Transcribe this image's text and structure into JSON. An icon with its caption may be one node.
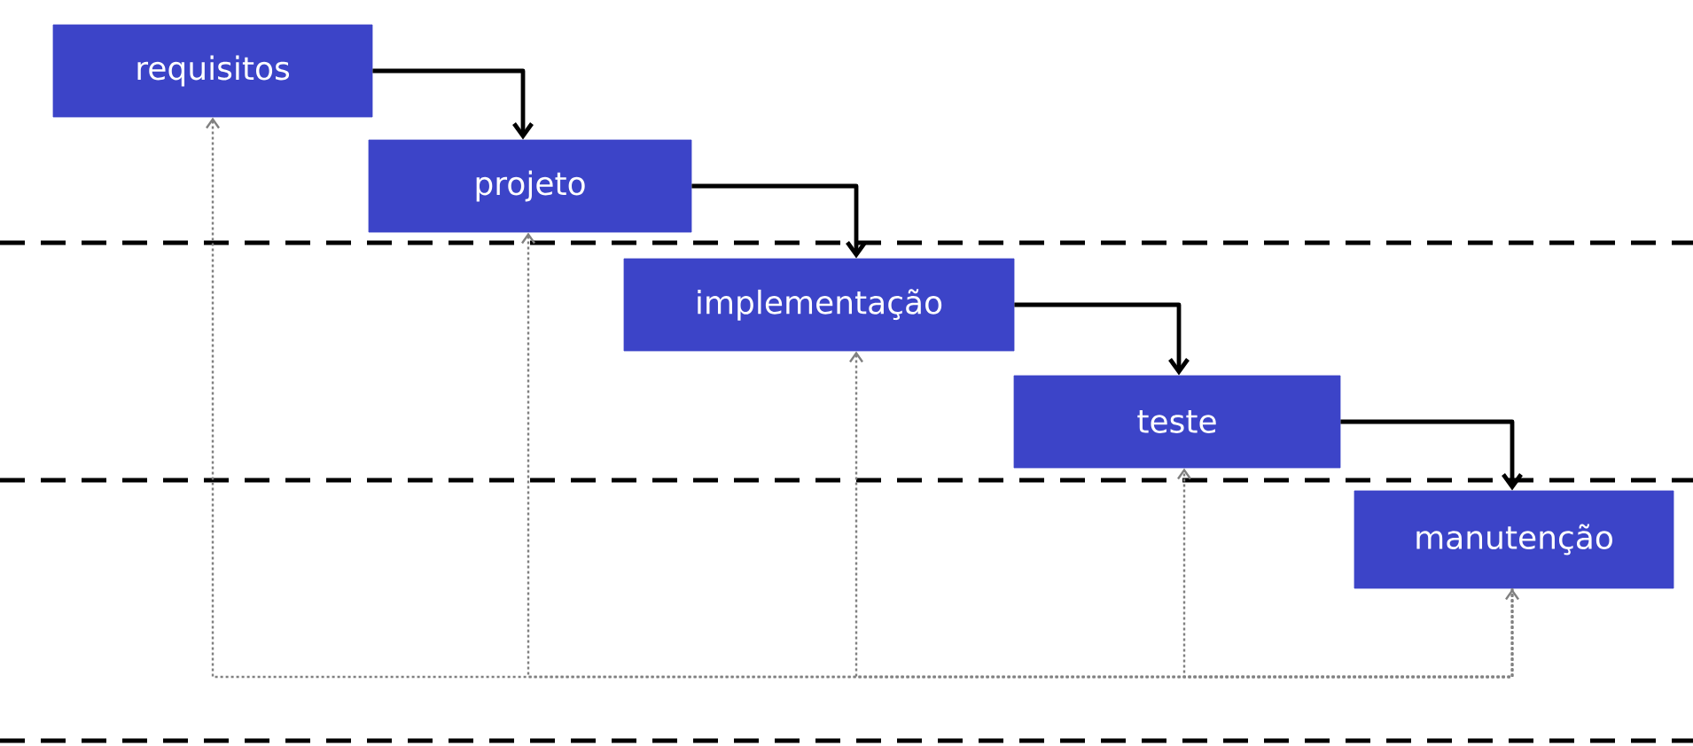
{
  "diagram": {
    "nodes": [
      {
        "text": [
          "requisitos"
        ]
      },
      {
        "text": [
          "projeto"
        ]
      },
      {
        "text": [
          "implementação"
        ]
      },
      {
        "text": [
          "teste"
        ]
      },
      {
        "text": [
          "manutenção"
        ]
      }
    ],
    "edges": [
      {
        "from": 0,
        "to": 1,
        "arrow": "to",
        "color": "#000000"
      },
      {
        "from": 1,
        "to": 2,
        "arrow": "to",
        "color": "#000000"
      },
      {
        "from": 2,
        "to": 3,
        "arrow": "to",
        "color": "#000000"
      },
      {
        "from": 3,
        "to": 4,
        "arrow": "to",
        "color": "#000000"
      },
      {
        "from": 4,
        "to": 0,
        "arrow": "to",
        "style": "dashed"
      },
      {
        "from": 4,
        "to": 1,
        "arrow": "to",
        "style": "dashed"
      },
      {
        "from": 4,
        "to": 2,
        "arrow": "to",
        "style": "dashed"
      },
      {
        "from": 4,
        "to": 3,
        "arrow": "to",
        "style": "dashed"
      },
      {
        "from": null,
        "to": 4,
        "arrow": "to",
        "style": "dashed"
      }
    ]
  }
}
